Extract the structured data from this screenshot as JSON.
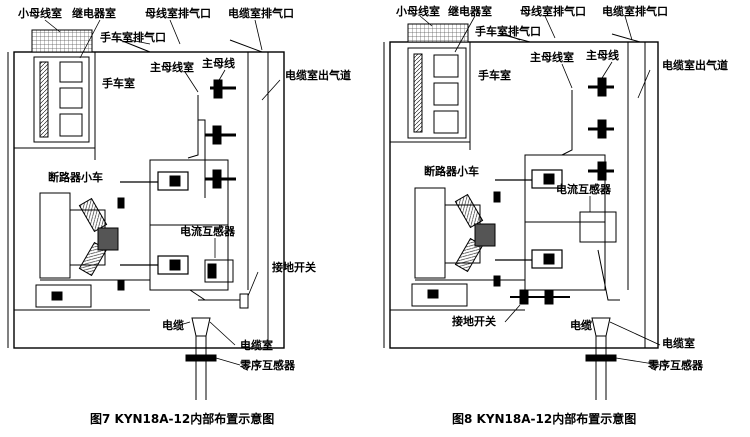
{
  "figure7": {
    "caption": "图7 KYN18A-12内部布置示意图",
    "labels": {
      "small_bus": "小母线室",
      "relay": "继电器室",
      "bus_vent": "母线室排气口",
      "cable_vent": "电缆室排气口",
      "cart_vent": "手车室排气口",
      "main_bus_room": "主母线室",
      "main_bus": "主母线",
      "cable_duct": "电缆室出气道",
      "cart_room": "手车室",
      "breaker_cart": "断路器小车",
      "ct": "电流互感器",
      "earth_switch": "接地开关",
      "cable": "电缆",
      "cable_room": "电缆室",
      "zero_ct": "零序互感器"
    }
  },
  "figure8": {
    "caption": "图8 KYN18A-12内部布置示意图",
    "labels": {
      "small_bus": "小母线室",
      "relay": "继电器室",
      "bus_vent": "母线室排气口",
      "cable_vent": "电缆室排气口",
      "cart_vent": "手车室排气口",
      "main_bus_room": "主母线室",
      "main_bus": "主母线",
      "cable_duct": "电缆室出气道",
      "cart_room": "手车室",
      "breaker_cart": "断路器小车",
      "ct": "电流互感器",
      "earth_switch": "接地开关",
      "cable": "电缆",
      "cable_room": "电缆室",
      "zero_ct": "零序互感器"
    }
  }
}
